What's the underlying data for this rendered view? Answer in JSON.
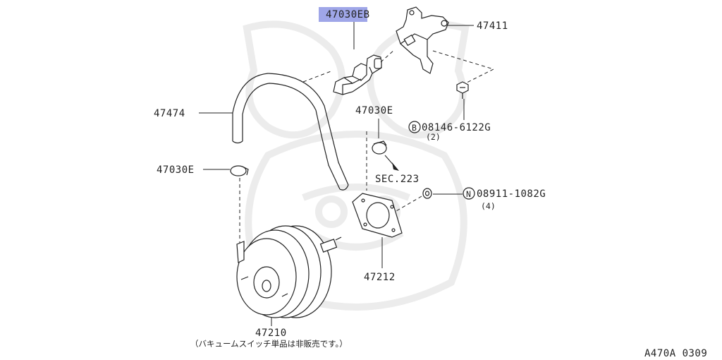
{
  "highlight_color": "#9fa6e8",
  "watermark": "samurai-helmet-watermark",
  "parts": {
    "p47030eb": "47030EB",
    "p47411": "47411",
    "p47474": "47474",
    "p47030e_top": "47030E",
    "p47030e_left": "47030E",
    "bolt_ref": "08146-6122G",
    "bolt_qty": "(2)",
    "bolt_prefix": "B",
    "nut_ref": "08911-1082G",
    "nut_qty": "(4)",
    "nut_prefix": "N",
    "section_ref": "SEC.223",
    "p47212": "47212",
    "p47210": "47210"
  },
  "note": "（バキュームスイッチ単品は非販売です。）",
  "diagram_id": "A470A 0309"
}
